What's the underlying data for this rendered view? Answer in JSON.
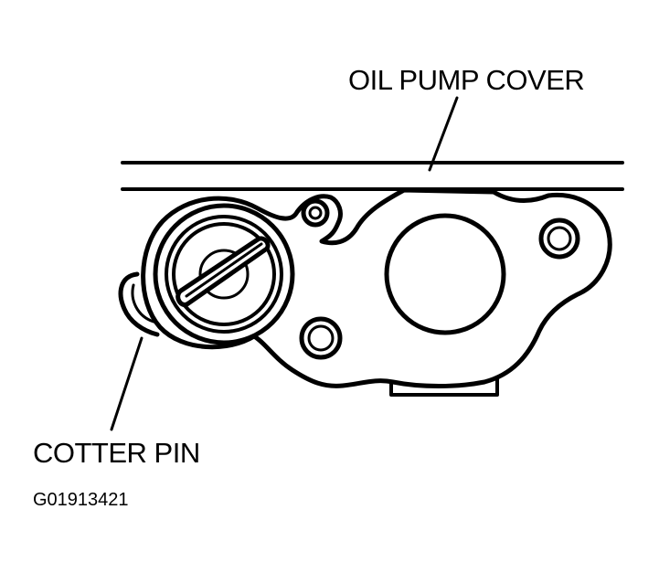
{
  "labels": {
    "oil_pump_cover": "OIL PUMP COVER",
    "cotter_pin": "COTTER PIN",
    "figure_id": "G01913421"
  },
  "colors": {
    "ink": "#000000",
    "paper": "#ffffff"
  }
}
